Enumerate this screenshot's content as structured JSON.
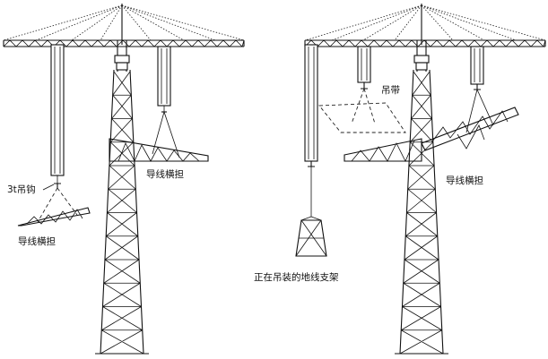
{
  "labels": {
    "left_hoist": "3t吊钩",
    "left_arm_ground": "导线横担",
    "left_arm_lifted": "导线横担",
    "center_sling": "吊带",
    "ground_bracket": "正在吊装的地线支架",
    "right_arm": "导线横担"
  }
}
